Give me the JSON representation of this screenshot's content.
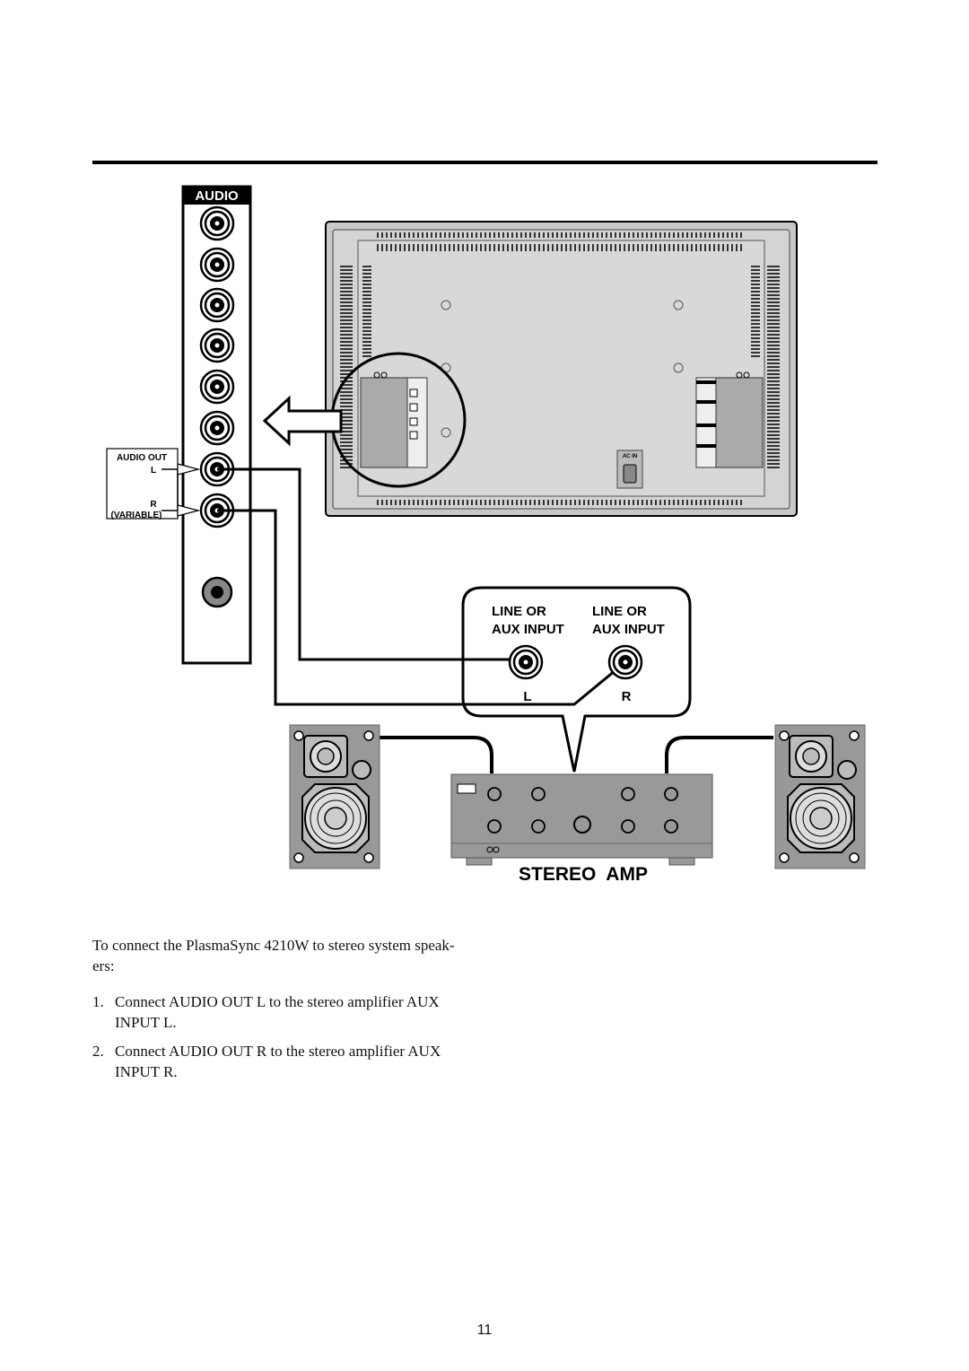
{
  "diagram": {
    "audio_panel_title": "AUDIO",
    "audio_out_label": "AUDIO OUT",
    "audio_out_l": "L",
    "audio_out_r": "R",
    "audio_out_variable": "(VARIABLE)",
    "ac_in_label": "AC IN",
    "amp_input_left_line1": "LINE OR",
    "amp_input_left_line2": "AUX INPUT",
    "amp_input_right_line1": "LINE OR",
    "amp_input_right_line2": "AUX INPUT",
    "amp_input_l": "L",
    "amp_input_r": "R",
    "stereo_amp_label": "STEREO  AMP"
  },
  "text": {
    "intro": "To connect the PlasmaSync 4210W to stereo system speak- ers:",
    "steps": [
      {
        "num": "1.",
        "text": "Connect AUDIO OUT L to the stereo amplifier AUX INPUT L."
      },
      {
        "num": "2.",
        "text": "Connect AUDIO OUT R to the stereo amplifier AUX INPUT R."
      }
    ]
  },
  "page_number": "11"
}
